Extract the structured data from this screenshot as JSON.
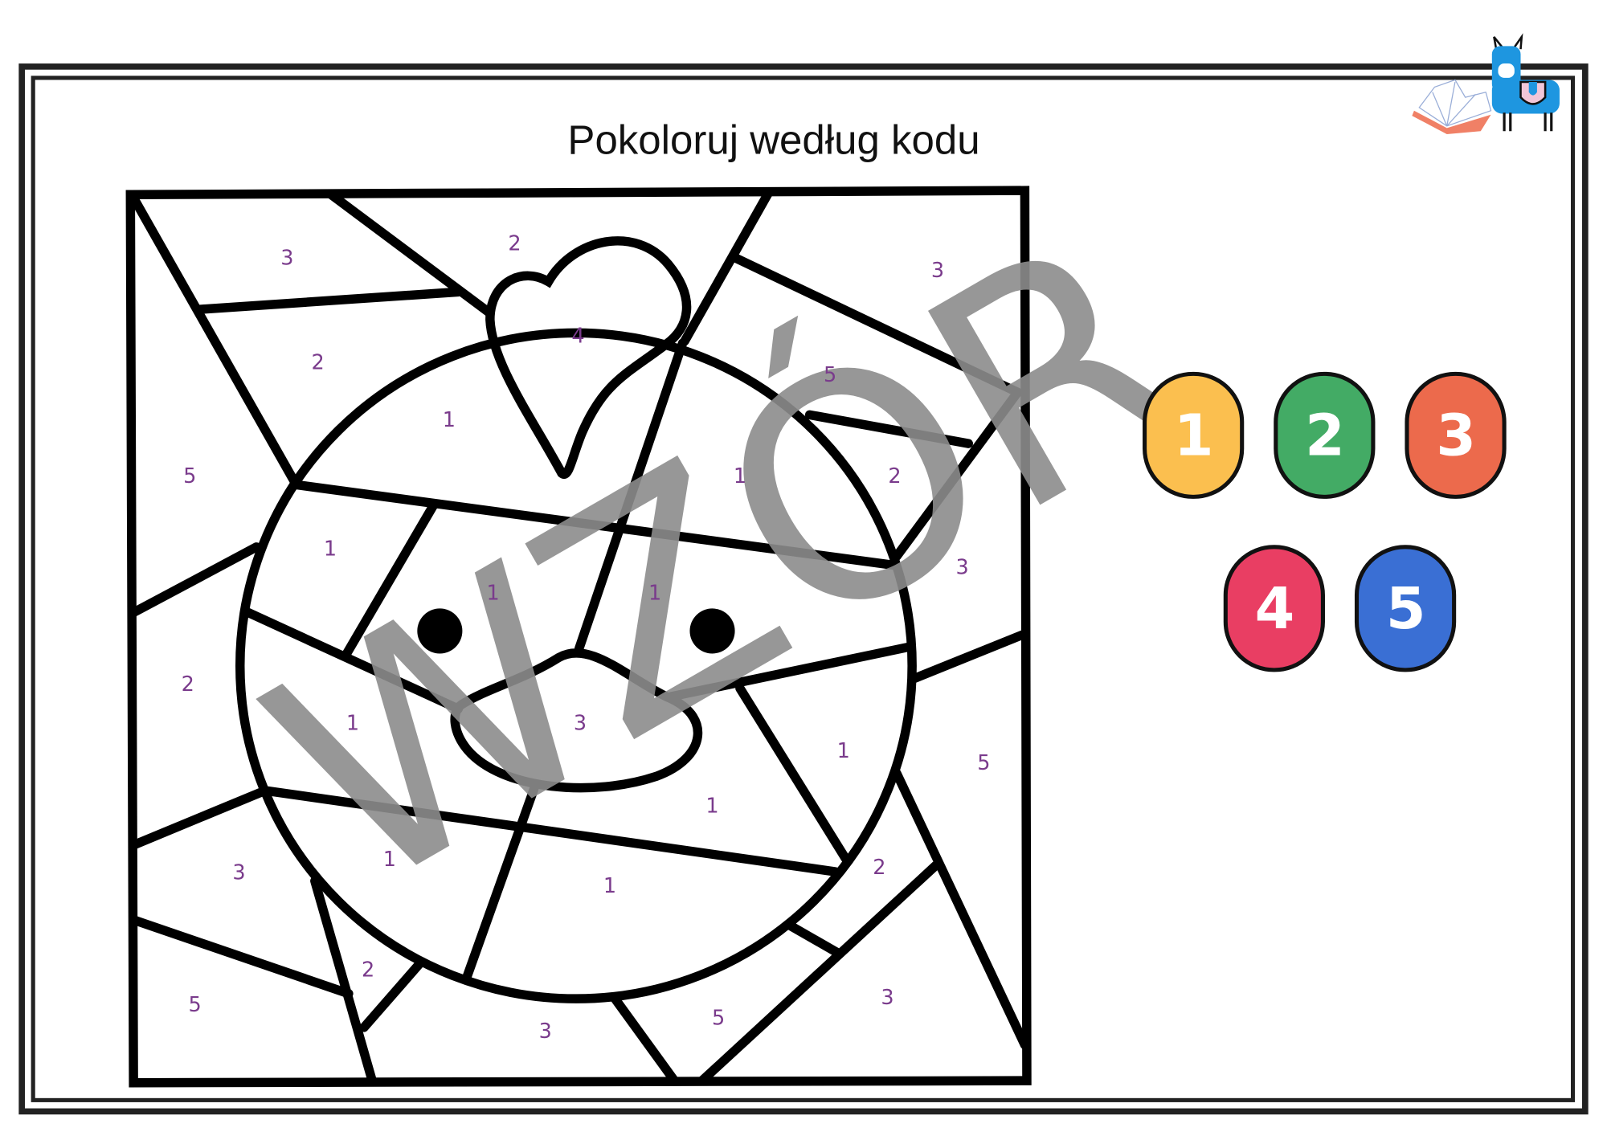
{
  "title": "Pokoloruj według kodu",
  "watermark": "WZÓR",
  "regions": [
    "3",
    "2",
    "3",
    "4",
    "2",
    "5",
    "1",
    "5",
    "1",
    "2",
    "1",
    "3",
    "1",
    "1",
    "2",
    "1",
    "3",
    "1",
    "5",
    "1",
    "3",
    "1",
    "1",
    "2",
    "2",
    "5",
    "3",
    "5",
    "3"
  ],
  "color_key": [
    {
      "label": "1",
      "color": "#fbbf4f"
    },
    {
      "label": "2",
      "color": "#43ab65"
    },
    {
      "label": "3",
      "color": "#ec6a4c"
    },
    {
      "label": "4",
      "color": "#e93e63"
    },
    {
      "label": "5",
      "color": "#3a6fd4"
    }
  ]
}
